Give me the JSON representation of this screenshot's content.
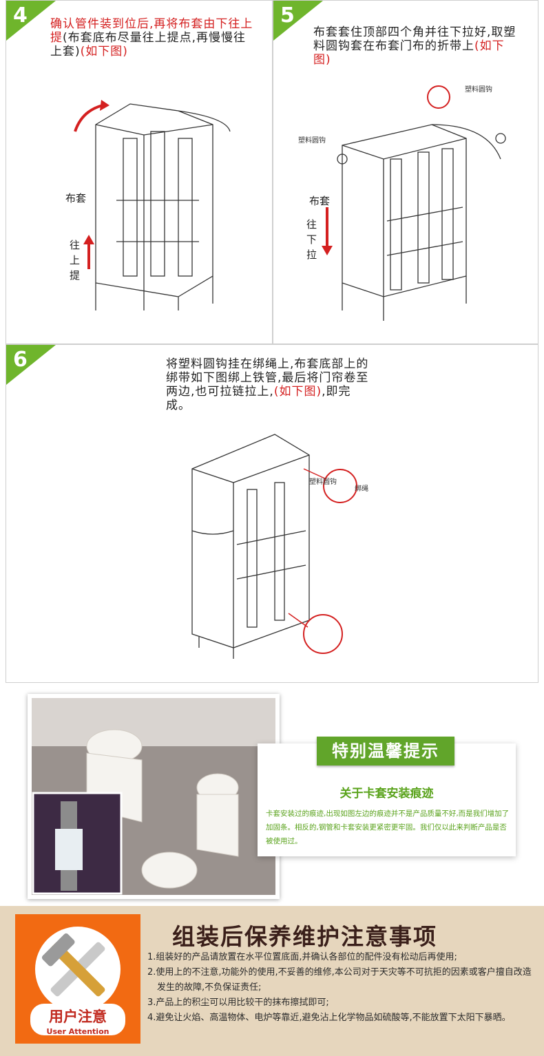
{
  "step4": {
    "number": "4",
    "text_red": "确认管件装到位后,再将布套由下往上提",
    "text_black": "(布套底布尽量往上提点,再慢慢往上套)",
    "text_ref": "(如下图)",
    "label_cover": "布套",
    "label_up": [
      "往",
      "上",
      "提"
    ]
  },
  "step5": {
    "number": "5",
    "text_black": "布套套住顶部四个角并往下拉好,取塑料圆钩套在布套门布的折带上",
    "text_ref": "(如下图)",
    "label_hook_left": "塑料圆钩",
    "label_hook_right": "塑料圆钩",
    "label_cover": "布套",
    "label_down": [
      "往",
      "下",
      "拉"
    ]
  },
  "step6": {
    "number": "6",
    "text_black_1": "将塑料圆钩挂在绑绳上,布套底部上的绑带如下图绑上铁管,最后将门帘卷至两边,也可拉链拉上,",
    "text_ref": "(如下图)",
    "text_black_2": ",即完成。",
    "label_hook": "塑料圆钩",
    "label_rope": "绑绳"
  },
  "tip": {
    "banner": "特别温馨提示",
    "subtitle": "关于卡套安装痕迹",
    "body": "卡套安装过的痕迹,出现如图左边的痕迹并不是产品质量不好,而是我们增加了加固条。相反的,钢管和卡套安装更紧密更牢固。我们仅以此来判断产品是否被使用过。"
  },
  "maintenance": {
    "icon_title": "用户注意",
    "icon_subtitle": "User Attention",
    "title": "组装后保养维护注意事项",
    "items": [
      "1.组装好的产品请放置在水平位置底面,并确认各部位的配件没有松动后再使用;",
      "2.使用上的不注意,功能外的使用,不妥善的维修,本公司对于天灾等不可抗拒的因素或客户擅自改造发生的故障,不负保证责任;",
      "3.产品上的积尘可以用比较干的抹布擦拭即可;",
      "4.避免让火焰、高温物体、电炉等靠近,避免沾上化学物品如硫酸等,不能放置下太阳下暴晒。"
    ]
  },
  "colors": {
    "accent_green": "#6fb52c",
    "accent_red": "#d42020",
    "maint_bg": "#e6d6bd",
    "icon_orange": "#f26a12"
  }
}
